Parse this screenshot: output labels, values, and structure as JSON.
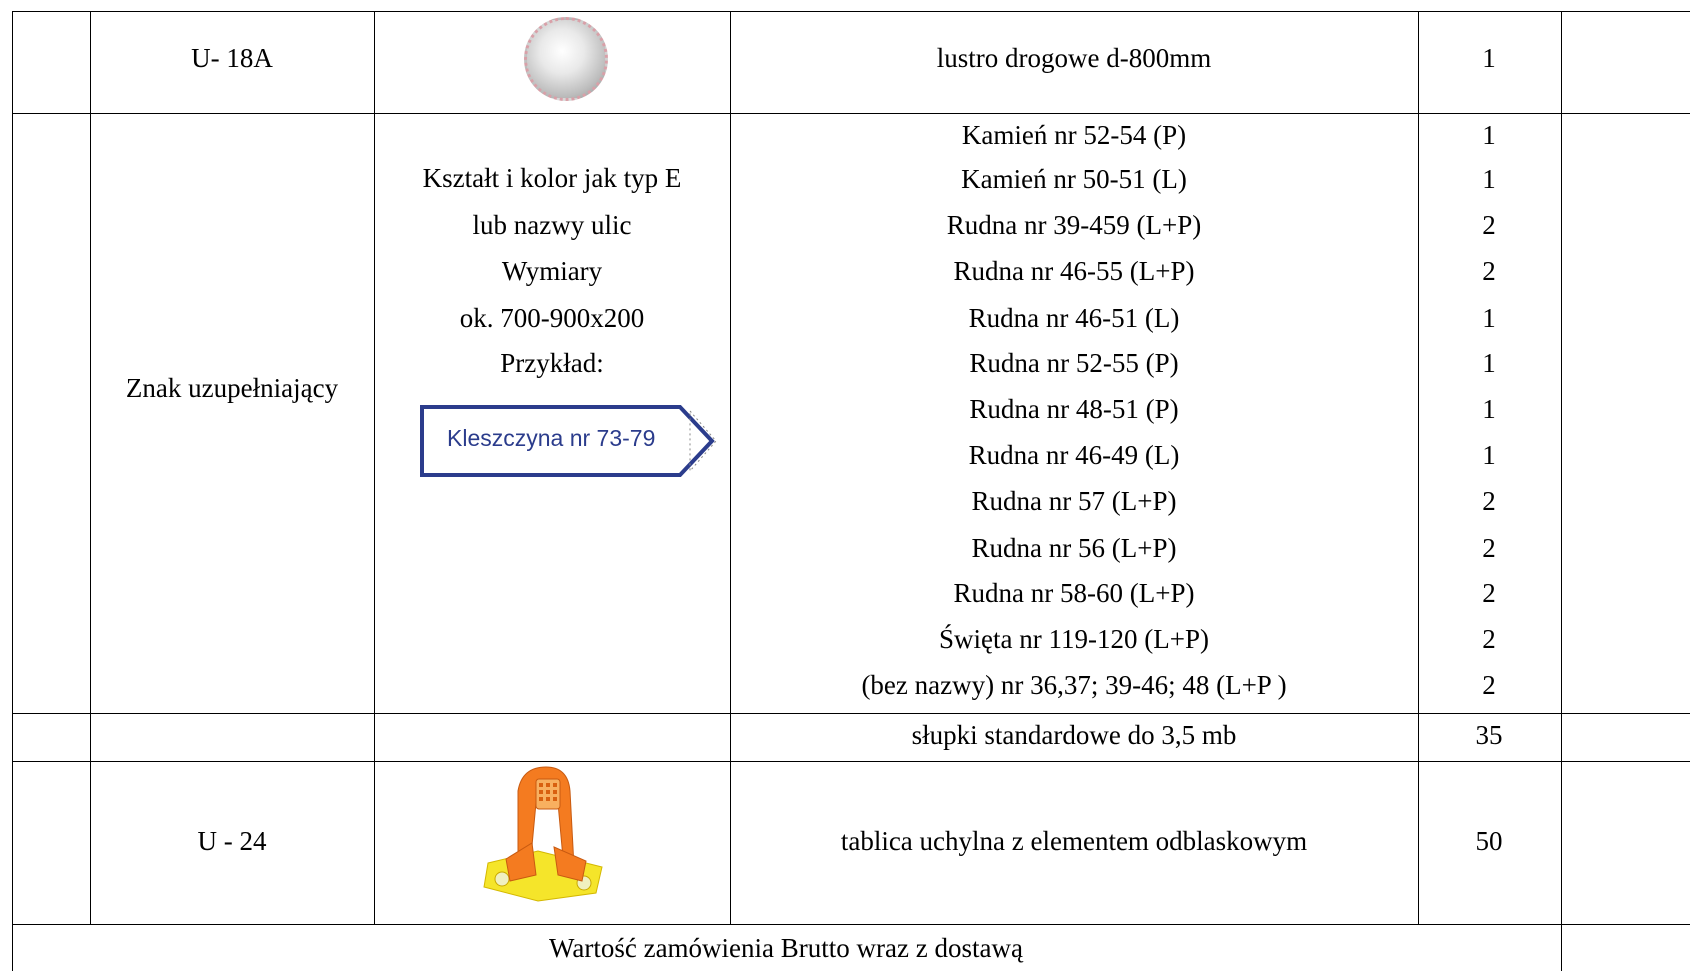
{
  "rows": {
    "u18a": {
      "code": "U- 18A",
      "description": "lustro drogowe d-800mm",
      "quantity": "1",
      "image_icon": "round-road-mirror"
    },
    "supplementary": {
      "code": "Znak uzupełniający",
      "spec_lines": [
        "Kształt i kolor jak typ E",
        "lub nazwy ulic",
        "Wymiary",
        "ok. 700-900x200",
        "Przykład:"
      ],
      "example_sign_text": "Kleszczyna  nr 73-79",
      "items": [
        {
          "description": "Kamień nr 52-54 (P)",
          "quantity": "1"
        },
        {
          "description": "Kamień nr 50-51 (L)",
          "quantity": "1"
        },
        {
          "description": "Rudna nr 39-459 (L+P)",
          "quantity": "2"
        },
        {
          "description": "Rudna nr 46-55 (L+P)",
          "quantity": "2"
        },
        {
          "description": "Rudna nr 46-51 (L)",
          "quantity": "1"
        },
        {
          "description": "Rudna nr 52-55  (P)",
          "quantity": "1"
        },
        {
          "description": "Rudna nr 48-51  (P)",
          "quantity": "1"
        },
        {
          "description": "Rudna nr 46-49  (L)",
          "quantity": "1"
        },
        {
          "description": "Rudna nr 57  (L+P)",
          "quantity": "2"
        },
        {
          "description": "Rudna nr 56  (L+P)",
          "quantity": "2"
        },
        {
          "description": "Rudna nr 58-60 (L+P)",
          "quantity": "2"
        },
        {
          "description": "Święta nr 119-120  (L+P)",
          "quantity": "2"
        },
        {
          "description": "(bez nazwy)   nr 36,37; 39-46; 48 (L+P )",
          "quantity": "2"
        }
      ]
    },
    "posts": {
      "description": "słupki standardowe do 3,5 mb",
      "quantity": "35"
    },
    "u24": {
      "code": "U - 24",
      "description": "tablica uchylna z elementem odblaskowym",
      "quantity": "50",
      "image_icon": "orange-tilting-bollard"
    },
    "total": {
      "label": "Wartość zamówienia Brutto wraz z dostawą"
    }
  },
  "colors": {
    "sign_border": "#2b3c8c",
    "sign_text": "#2b3c8c",
    "bollard_orange": "#f47b20",
    "bollard_yellow": "#f5e52a"
  }
}
